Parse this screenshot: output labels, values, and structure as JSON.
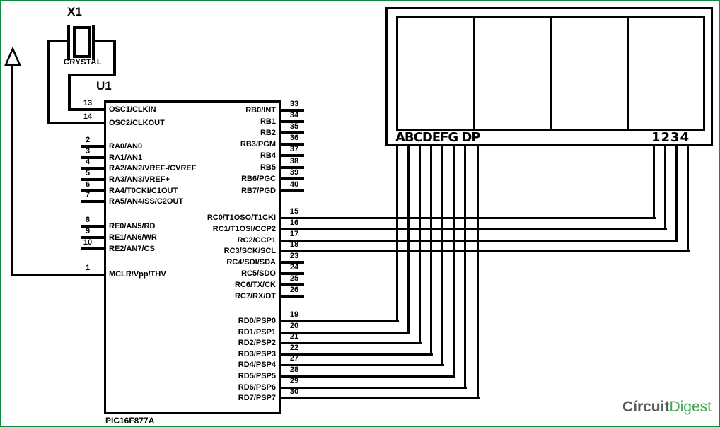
{
  "page": {
    "background": "#ffffff",
    "border_color": "#0f8a3e",
    "wire_color": "#000000"
  },
  "crystal": {
    "designator": "X1",
    "label": "CRYSTAL"
  },
  "power": {
    "icon": "up-arrow"
  },
  "ic": {
    "designator": "U1",
    "part_number": "PIC16F877A",
    "left_pins": [
      {
        "num": "13",
        "name": "OSC1/CLKIN"
      },
      {
        "num": "14",
        "name": "OSC2/CLKOUT"
      },
      {
        "num": "2",
        "name": "RA0/AN0"
      },
      {
        "num": "3",
        "name": "RA1/AN1"
      },
      {
        "num": "4",
        "name": "RA2/AN2/VREF-/CVREF"
      },
      {
        "num": "5",
        "name": "RA3/AN3/VREF+"
      },
      {
        "num": "6",
        "name": "RA4/T0CKI/C1OUT"
      },
      {
        "num": "7",
        "name": "RA5/AN4/SS/C2OUT"
      },
      {
        "num": "8",
        "name": "RE0/AN5/RD"
      },
      {
        "num": "9",
        "name": "RE1/AN6/WR"
      },
      {
        "num": "10",
        "name": "RE2/AN7/CS"
      },
      {
        "num": "1",
        "name": "MCLR/Vpp/THV"
      }
    ],
    "right_pins": [
      {
        "num": "33",
        "name": "RB0/INT"
      },
      {
        "num": "34",
        "name": "RB1"
      },
      {
        "num": "35",
        "name": "RB2"
      },
      {
        "num": "36",
        "name": "RB3/PGM"
      },
      {
        "num": "37",
        "name": "RB4"
      },
      {
        "num": "38",
        "name": "RB5"
      },
      {
        "num": "39",
        "name": "RB6/PGC"
      },
      {
        "num": "40",
        "name": "RB7/PGD"
      },
      {
        "num": "15",
        "name": "RC0/T1OSO/T1CKI"
      },
      {
        "num": "16",
        "name": "RC1/T1OSI/CCP2"
      },
      {
        "num": "17",
        "name": "RC2/CCP1"
      },
      {
        "num": "18",
        "name": "RC3/SCK/SCL"
      },
      {
        "num": "23",
        "name": "RC4/SDI/SDA"
      },
      {
        "num": "24",
        "name": "RC5/SDO"
      },
      {
        "num": "25",
        "name": "RC6/TX/CK"
      },
      {
        "num": "26",
        "name": "RC7/RX/DT"
      },
      {
        "num": "19",
        "name": "RD0/PSP0"
      },
      {
        "num": "20",
        "name": "RD1/PSP1"
      },
      {
        "num": "21",
        "name": "RD2/PSP2"
      },
      {
        "num": "22",
        "name": "RD3/PSP3"
      },
      {
        "num": "27",
        "name": "RD4/PSP4"
      },
      {
        "num": "28",
        "name": "RD5/PSP5"
      },
      {
        "num": "29",
        "name": "RD6/PSP6"
      },
      {
        "num": "30",
        "name": "RD7/PSP7"
      }
    ]
  },
  "display7seg": {
    "digits": 4,
    "segment_pin_labels": "ABCDEFG DP",
    "digit_pin_labels": "1234"
  },
  "logo": {
    "text_circuit": "Círcuit",
    "text_digest": "Digest",
    "circuit_color": "#58595b",
    "digest_color": "#3aaa4a"
  }
}
